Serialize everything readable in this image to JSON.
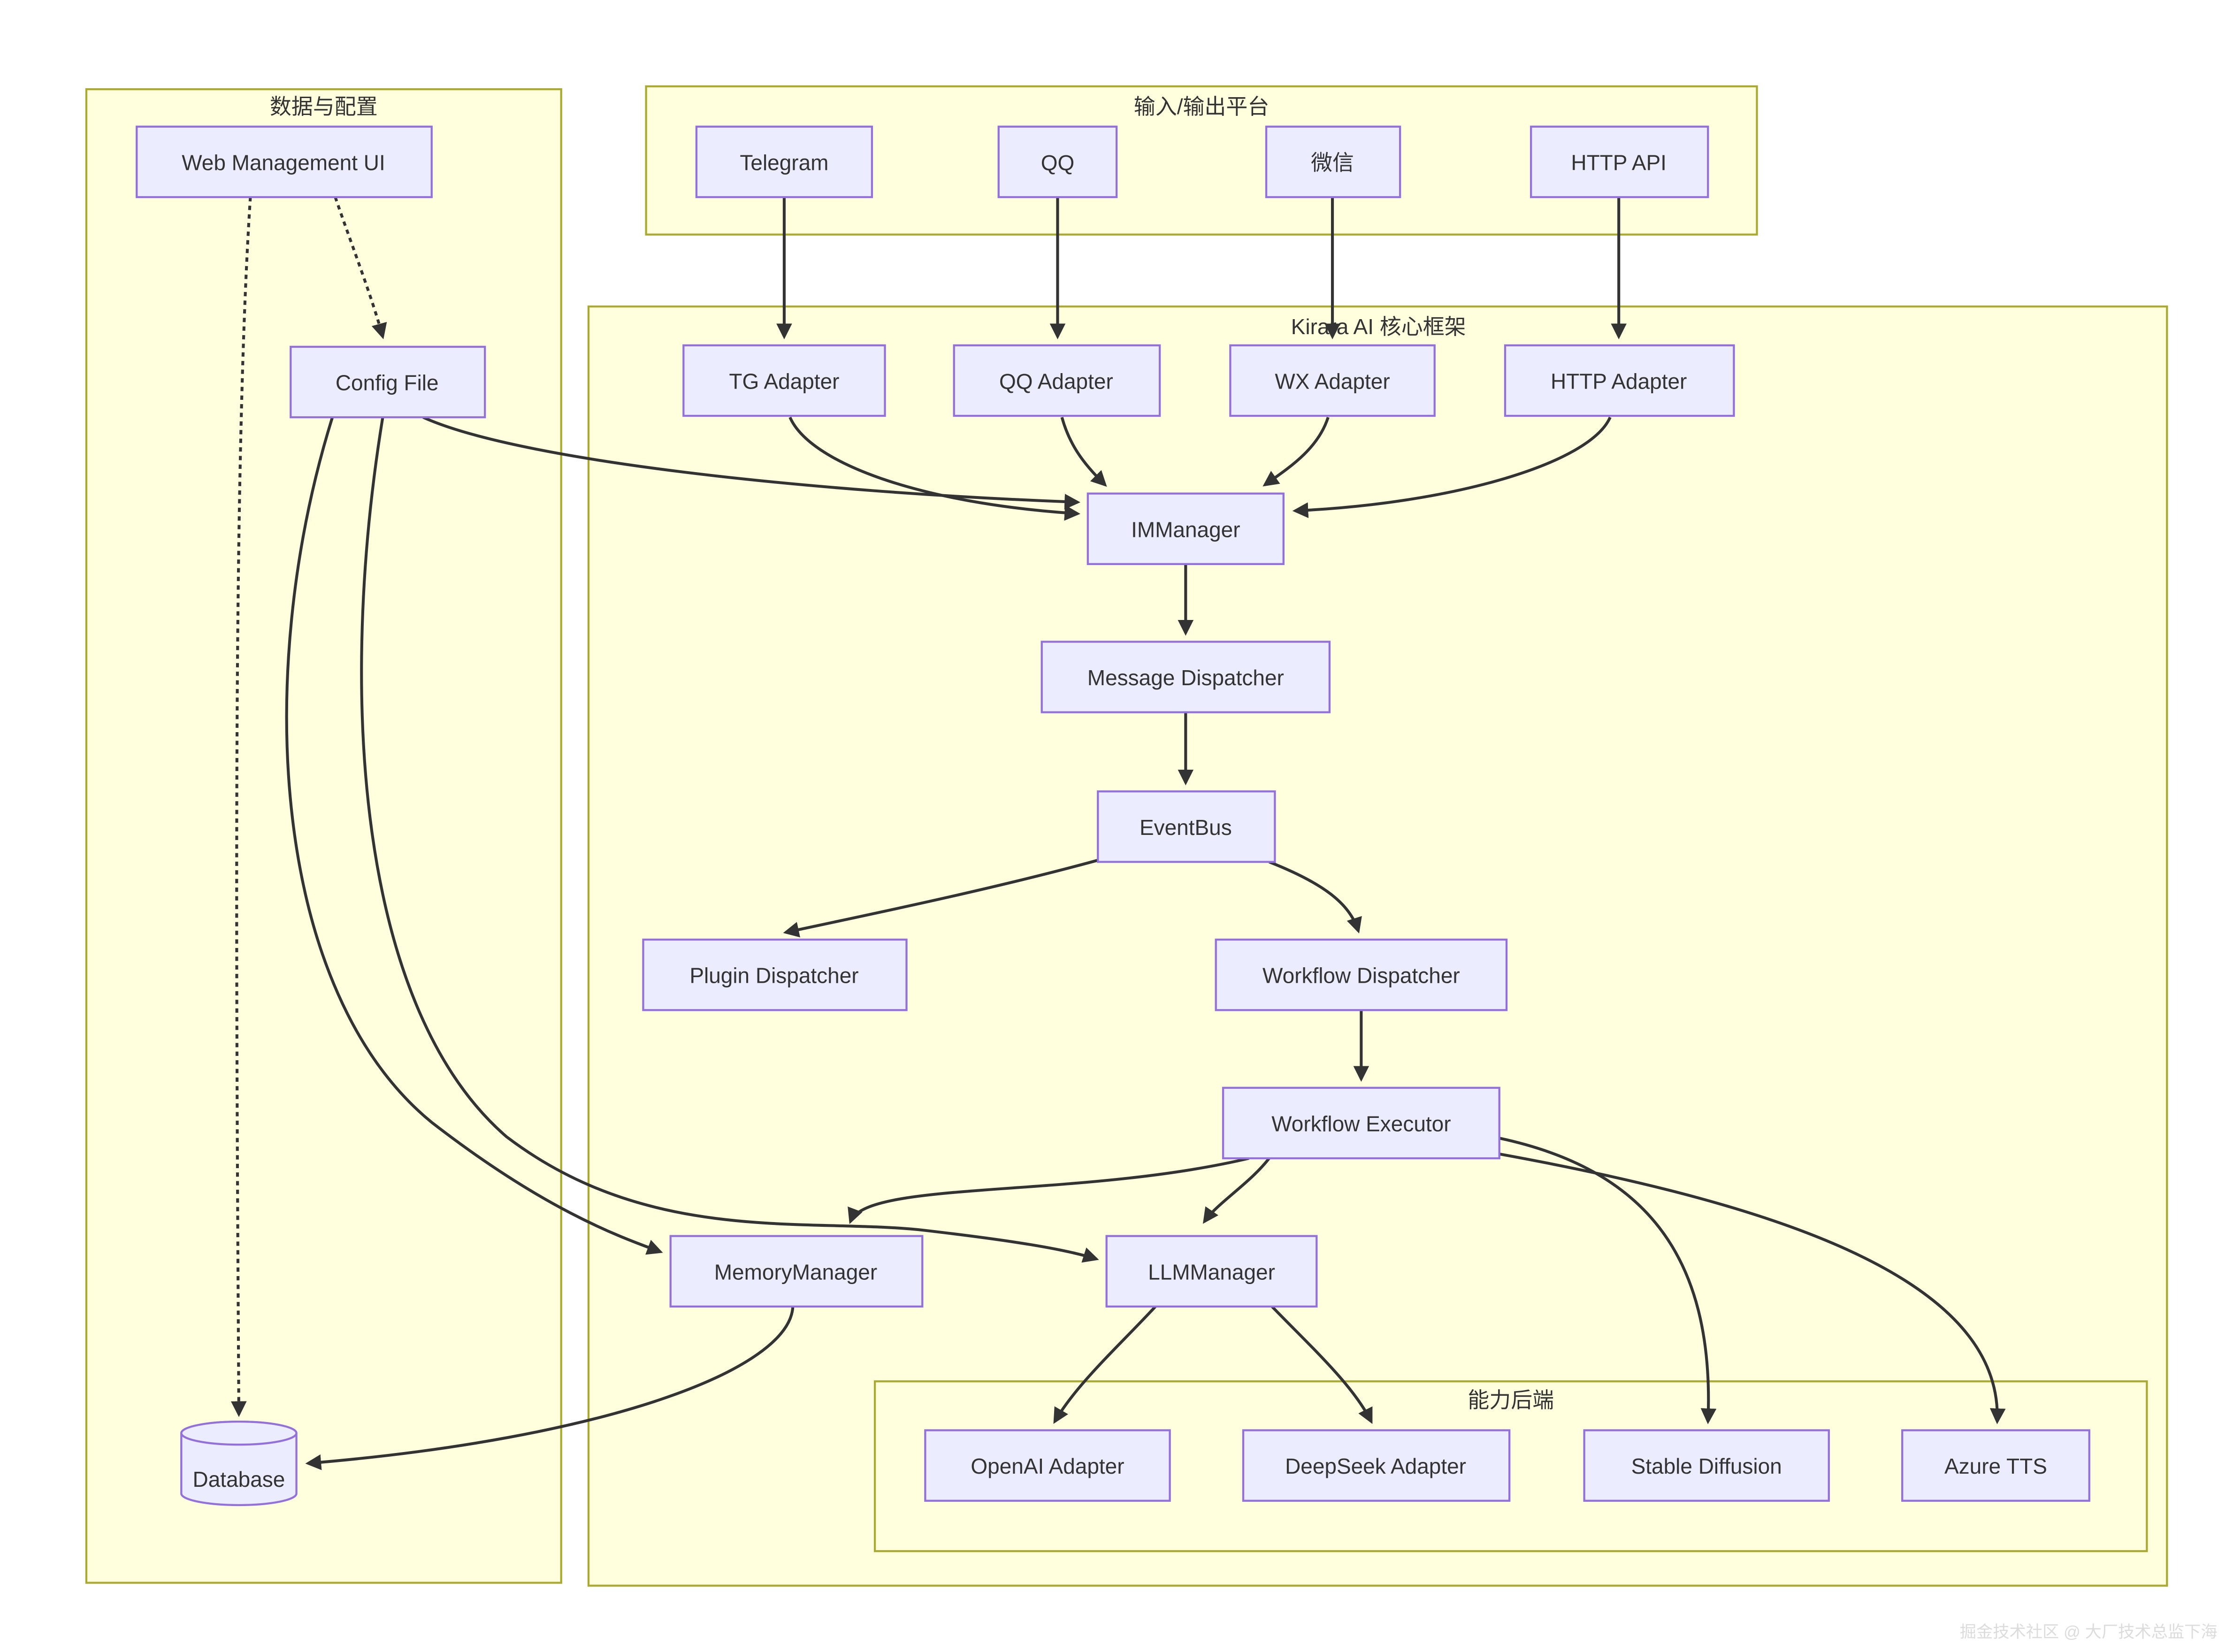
{
  "diagram": {
    "clusters": {
      "data_config": {
        "title": "数据与配置"
      },
      "io_platform": {
        "title": "输入/输出平台"
      },
      "kirara_core": {
        "title": "Kirara AI 核心框架"
      },
      "backend": {
        "title": "能力后端"
      }
    },
    "nodes": {
      "web_ui": {
        "label": "Web Management UI"
      },
      "config_file": {
        "label": "Config File"
      },
      "database": {
        "label": "Database"
      },
      "telegram": {
        "label": "Telegram"
      },
      "qq": {
        "label": "QQ"
      },
      "wechat": {
        "label": "微信"
      },
      "http_api": {
        "label": "HTTP API"
      },
      "tg_adapter": {
        "label": "TG Adapter"
      },
      "qq_adapter": {
        "label": "QQ Adapter"
      },
      "wx_adapter": {
        "label": "WX Adapter"
      },
      "http_adapter": {
        "label": "HTTP Adapter"
      },
      "im_manager": {
        "label": "IMManager"
      },
      "message_dispatcher": {
        "label": "Message Dispatcher"
      },
      "event_bus": {
        "label": "EventBus"
      },
      "plugin_dispatcher": {
        "label": "Plugin Dispatcher"
      },
      "workflow_dispatcher": {
        "label": "Workflow Dispatcher"
      },
      "workflow_executor": {
        "label": "Workflow Executor"
      },
      "memory_manager": {
        "label": "MemoryManager"
      },
      "llm_manager": {
        "label": "LLMManager"
      },
      "openai_adapter": {
        "label": "OpenAI Adapter"
      },
      "deepseek_adapter": {
        "label": "DeepSeek Adapter"
      },
      "stable_diffusion": {
        "label": "Stable Diffusion"
      },
      "azure_tts": {
        "label": "Azure TTS"
      }
    },
    "edges": [
      {
        "from": "web_ui",
        "to": "config_file",
        "style": "dotted"
      },
      {
        "from": "web_ui",
        "to": "database",
        "style": "dotted"
      },
      {
        "from": "telegram",
        "to": "tg_adapter",
        "style": "solid"
      },
      {
        "from": "qq",
        "to": "qq_adapter",
        "style": "solid"
      },
      {
        "from": "wechat",
        "to": "wx_adapter",
        "style": "solid"
      },
      {
        "from": "http_api",
        "to": "http_adapter",
        "style": "solid"
      },
      {
        "from": "tg_adapter",
        "to": "im_manager",
        "style": "solid"
      },
      {
        "from": "qq_adapter",
        "to": "im_manager",
        "style": "solid"
      },
      {
        "from": "wx_adapter",
        "to": "im_manager",
        "style": "solid"
      },
      {
        "from": "http_adapter",
        "to": "im_manager",
        "style": "solid"
      },
      {
        "from": "config_file",
        "to": "im_manager",
        "style": "solid"
      },
      {
        "from": "im_manager",
        "to": "message_dispatcher",
        "style": "solid"
      },
      {
        "from": "message_dispatcher",
        "to": "event_bus",
        "style": "solid"
      },
      {
        "from": "event_bus",
        "to": "plugin_dispatcher",
        "style": "solid"
      },
      {
        "from": "event_bus",
        "to": "workflow_dispatcher",
        "style": "solid"
      },
      {
        "from": "workflow_dispatcher",
        "to": "workflow_executor",
        "style": "solid"
      },
      {
        "from": "workflow_executor",
        "to": "memory_manager",
        "style": "solid"
      },
      {
        "from": "workflow_executor",
        "to": "llm_manager",
        "style": "solid"
      },
      {
        "from": "workflow_executor",
        "to": "stable_diffusion",
        "style": "solid"
      },
      {
        "from": "workflow_executor",
        "to": "azure_tts",
        "style": "solid"
      },
      {
        "from": "config_file",
        "to": "memory_manager",
        "style": "solid"
      },
      {
        "from": "config_file",
        "to": "llm_manager",
        "style": "solid"
      },
      {
        "from": "memory_manager",
        "to": "database",
        "style": "solid"
      },
      {
        "from": "llm_manager",
        "to": "openai_adapter",
        "style": "solid"
      },
      {
        "from": "llm_manager",
        "to": "deepseek_adapter",
        "style": "solid"
      }
    ],
    "colors": {
      "node_fill": "#ECECFF",
      "node_border": "#9370DB",
      "cluster_fill": "#FFFFDE",
      "cluster_border": "#AAAA33",
      "edge_color": "#333333",
      "text_color": "#333333"
    },
    "watermark": "掘金技术社区 @ 大厂技术总监下海"
  }
}
